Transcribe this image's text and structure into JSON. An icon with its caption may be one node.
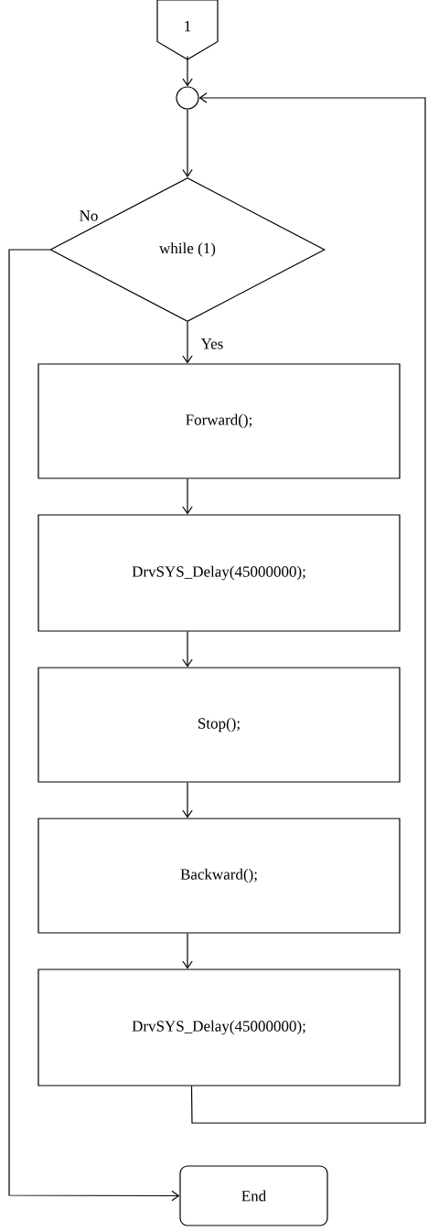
{
  "diagram": {
    "nodes": [
      {
        "text": [
          "1"
        ]
      },
      {
        "text": [],
        "shape": "circle"
      },
      {
        "text": [
          "while (1)"
        ]
      },
      {
        "text": [
          "Forward();"
        ]
      },
      {
        "text": [
          "DrvSYS_Delay(45000000);"
        ]
      },
      {
        "text": [
          "Stop();"
        ]
      },
      {
        "text": [
          "Backward();"
        ]
      },
      {
        "text": [
          "DrvSYS_Delay(45000000);"
        ]
      },
      {
        "text": [
          "End"
        ]
      }
    ],
    "edges": [
      {
        "from": 0,
        "to": 1,
        "arrow": "to"
      },
      {
        "from": 1,
        "to": 2,
        "arrow": "to"
      },
      {
        "from": 2,
        "to": 3,
        "arrow": "to",
        "label": "Yes"
      },
      {
        "from": 3,
        "to": 4,
        "arrow": "to"
      },
      {
        "from": 4,
        "to": 5,
        "arrow": "to"
      },
      {
        "from": 5,
        "to": 6,
        "arrow": "to"
      },
      {
        "from": 6,
        "to": 7,
        "arrow": "to"
      },
      {
        "from": 7,
        "to": 1,
        "arrow": "to"
      },
      {
        "from": 2,
        "to": 8,
        "arrow": "to",
        "label": "No"
      }
    ]
  }
}
